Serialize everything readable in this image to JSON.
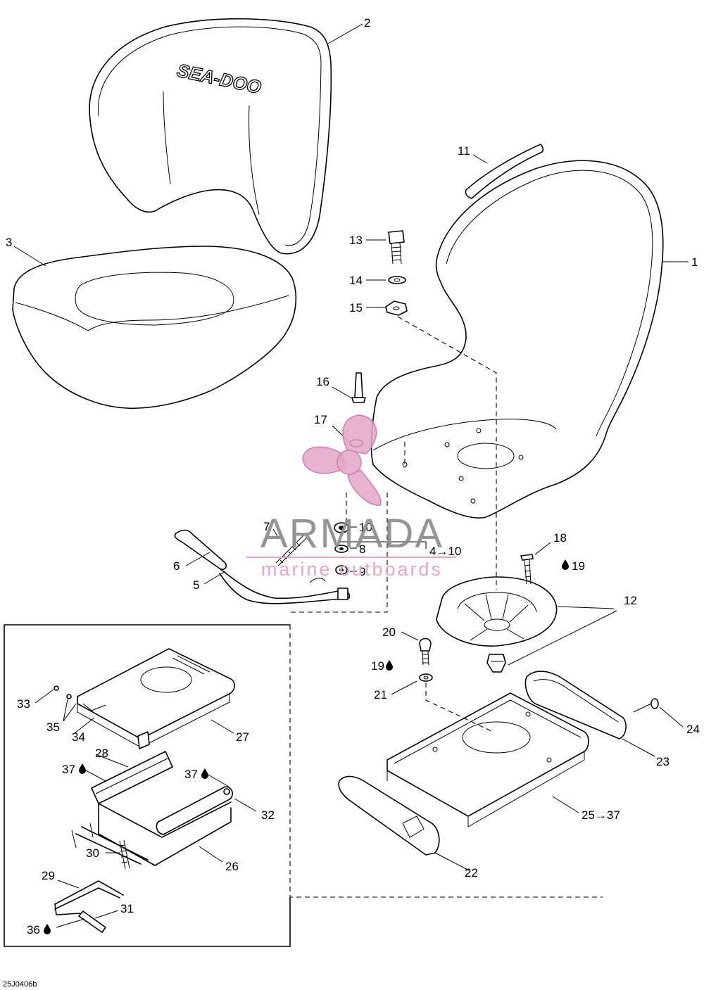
{
  "diagram": {
    "brand_on_backrest": "SEA-DOO",
    "figure_code": "25J0406b",
    "watermark": {
      "name": "ARMADA",
      "tagline": "marine outboards",
      "colors": {
        "pink": "#e4a6c8",
        "pink_dark": "#d07aab",
        "gray": "#8a8a8a"
      }
    },
    "callouts": {
      "c1": "1",
      "c2": "2",
      "c3": "3",
      "c4": "4→10",
      "c5": "5",
      "c6": "6",
      "c7": "7",
      "c8": "8",
      "c9": "9",
      "c10": "10",
      "c11": "11",
      "c12": "12",
      "c13": "13",
      "c14": "14",
      "c15": "15",
      "c16": "16",
      "c17": "17",
      "c18": "18",
      "c19a": "19",
      "c19b": "19",
      "c20": "20",
      "c21": "21",
      "c22": "22",
      "c23": "23",
      "c24": "24",
      "c25": "25→37",
      "c26": "26",
      "c27": "27",
      "c28": "28",
      "c29": "29",
      "c30": "30",
      "c31": "31",
      "c32": "32",
      "c33": "33",
      "c34": "34",
      "c35": "35",
      "c36": "36",
      "c37a": "37",
      "c37b": "37"
    }
  }
}
